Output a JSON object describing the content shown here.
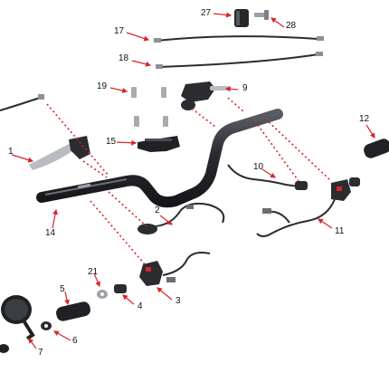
{
  "diagram": {
    "colors": {
      "part": "#2a2c30",
      "part_highlight": "#6b6e74",
      "chrome": "#b9bcc2",
      "leader_red": "#d7262b",
      "label": "#111111"
    },
    "callouts": [
      {
        "id": "c1",
        "label": "1"
      },
      {
        "id": "c2",
        "label": "2"
      },
      {
        "id": "c3",
        "label": "3"
      },
      {
        "id": "c4",
        "label": "4"
      },
      {
        "id": "c5",
        "label": "5"
      },
      {
        "id": "c6",
        "label": "6"
      },
      {
        "id": "c7",
        "label": "7"
      },
      {
        "id": "c9",
        "label": "9"
      },
      {
        "id": "c10",
        "label": "10"
      },
      {
        "id": "c11",
        "label": "11"
      },
      {
        "id": "c12",
        "label": "12"
      },
      {
        "id": "c14",
        "label": "14"
      },
      {
        "id": "c15",
        "label": "15"
      },
      {
        "id": "c17",
        "label": "17"
      },
      {
        "id": "c18",
        "label": "18"
      },
      {
        "id": "c19",
        "label": "19"
      },
      {
        "id": "c21",
        "label": "21"
      },
      {
        "id": "c27",
        "label": "27"
      },
      {
        "id": "c28",
        "label": "28"
      }
    ]
  }
}
